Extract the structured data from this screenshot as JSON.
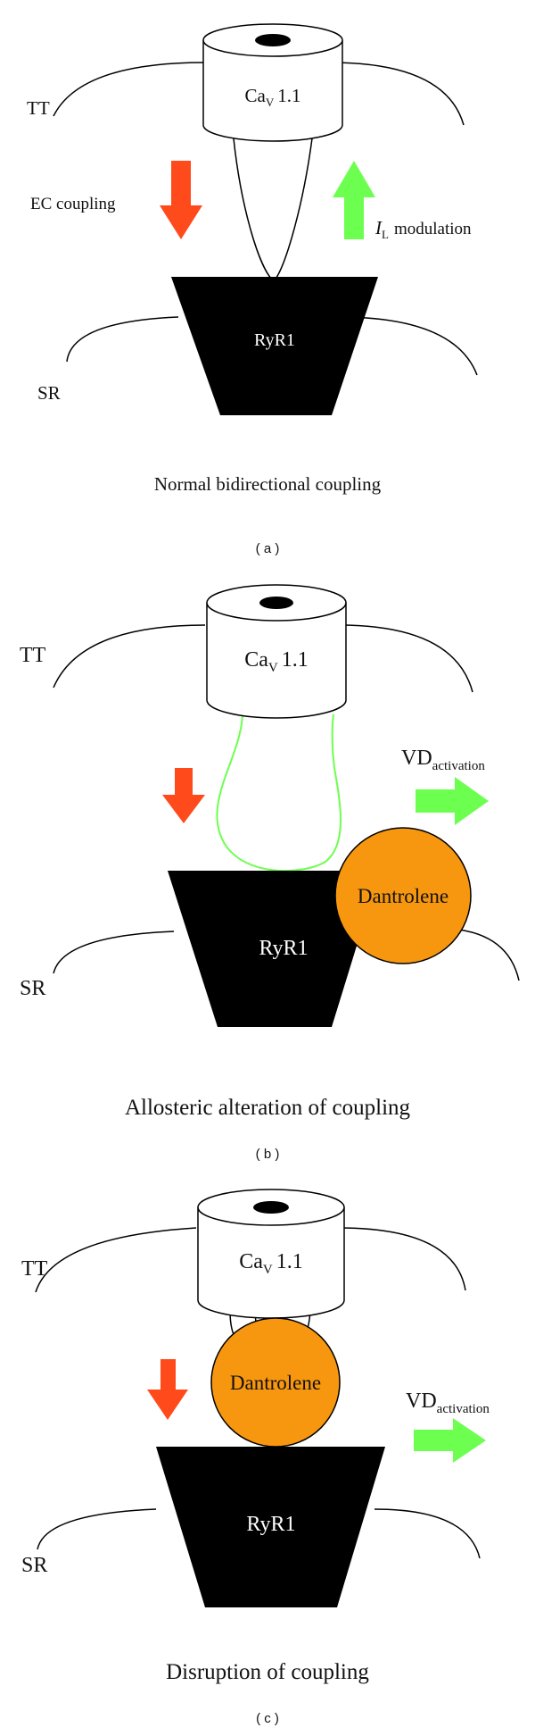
{
  "colors": {
    "down_arrow": "#ff4a1c",
    "up_arrow": "#6dff4f",
    "dantrolene": "#f7960f",
    "ryr1": "#000000",
    "cav_body": "#ffffff",
    "linker_b": "#6dff4f"
  },
  "panels": [
    {
      "tt_label": "TT",
      "sr_label": "SR",
      "cav_main": "Ca",
      "cav_sub": "V",
      "cav_num": "1.1",
      "ryr_label": "RyR1",
      "left_arrow_label": "EC coupling",
      "right_label_main": "I",
      "right_label_sub": "L",
      "right_label_rest": "modulation",
      "caption": "Normal bidirectional coupling",
      "panel_letter": "( a )"
    },
    {
      "tt_label": "TT",
      "sr_label": "SR",
      "cav_main": "Ca",
      "cav_sub": "V",
      "cav_num": "1.1",
      "ryr_label": "RyR1",
      "drug_label": "Dantrolene",
      "right_label_main": "VD",
      "right_label_sub": "activation",
      "caption": "Allosteric alteration of coupling",
      "panel_letter": "( b )"
    },
    {
      "tt_label": "TT",
      "sr_label": "SR",
      "cav_main": "Ca",
      "cav_sub": "V",
      "cav_num": "1.1",
      "ryr_label": "RyR1",
      "drug_label": "Dantrolene",
      "right_label_main": "VD",
      "right_label_sub": "activation",
      "caption": "Disruption of coupling",
      "panel_letter": "( c )"
    }
  ]
}
